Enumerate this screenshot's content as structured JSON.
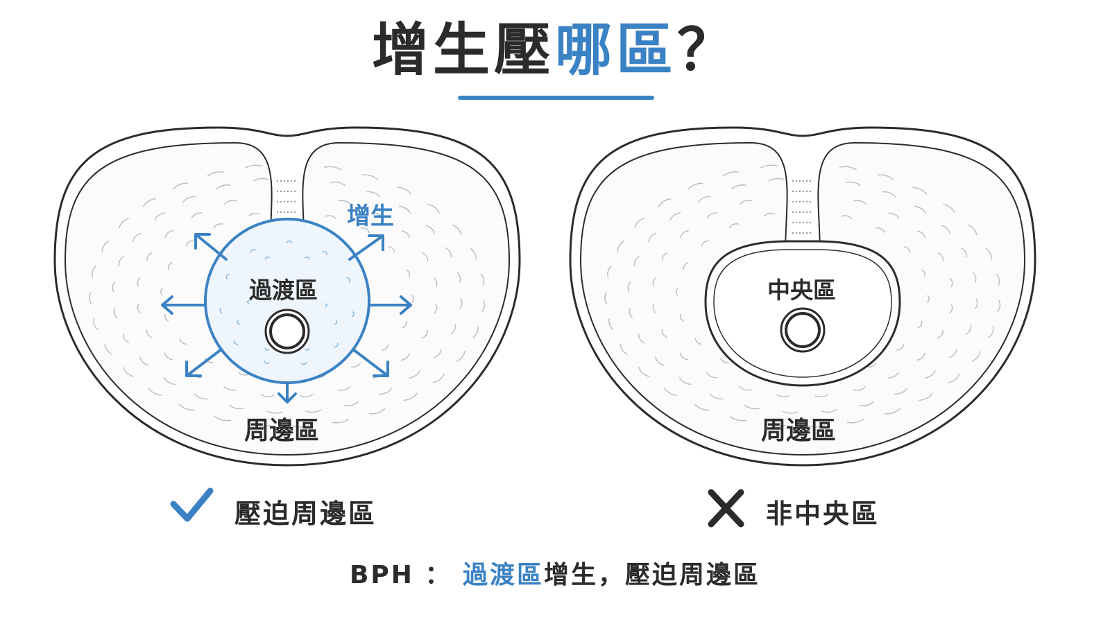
{
  "title": {
    "part1": "增生壓",
    "part2": "哪區",
    "part3": "？"
  },
  "left": {
    "growth_label": "增生",
    "inner_label": "過渡區",
    "outer_label": "周邊區",
    "caption": "壓迫周邊區",
    "mark": "check-icon"
  },
  "right": {
    "inner_label": "中央區",
    "outer_label": "周邊區",
    "caption": "非中央區",
    "mark": "cross-icon"
  },
  "footer": {
    "prefix": "BPH",
    "colon": "：",
    "highlight": "過渡區",
    "rest": "增生，壓迫周邊區"
  },
  "colors": {
    "accent": "#3b82c4",
    "ink": "#2b2b2b"
  }
}
